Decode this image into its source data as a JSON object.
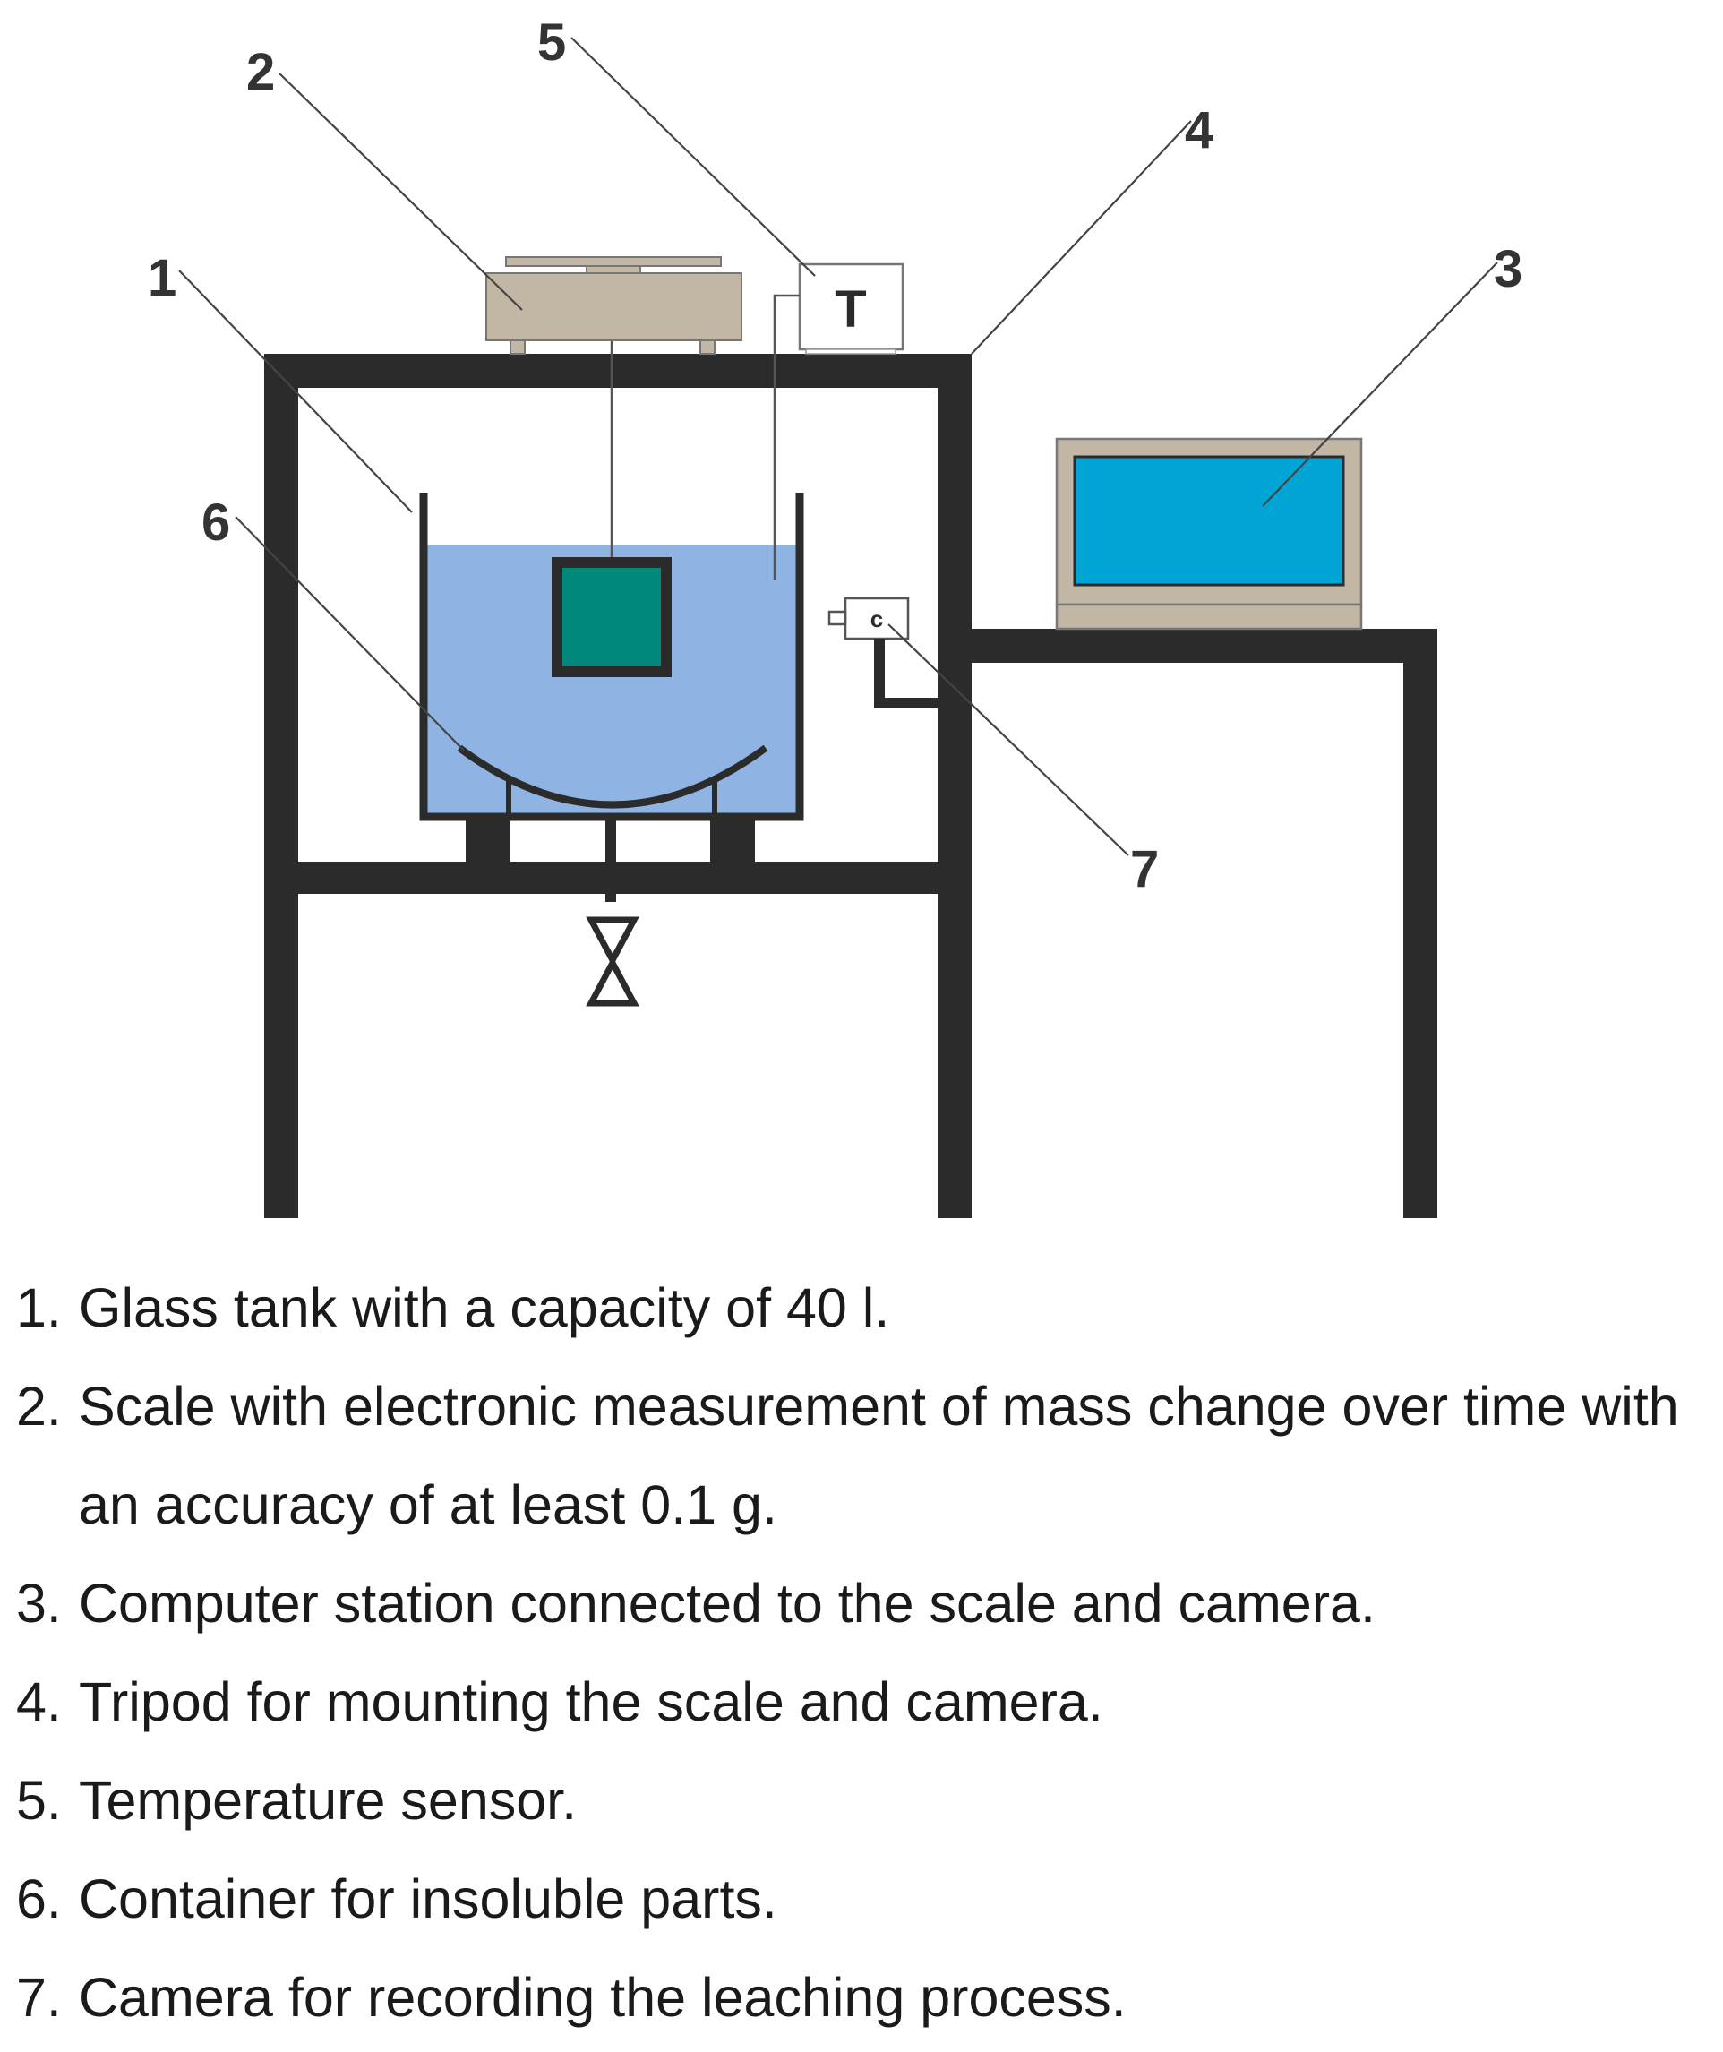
{
  "diagram": {
    "callouts": [
      "1",
      "2",
      "3",
      "4",
      "5",
      "6",
      "7"
    ],
    "sensor_letter": "T",
    "camera_letter": "c",
    "colors": {
      "frame": "#2b2b2b",
      "water": "#8fb4e3",
      "sample": "#00897b",
      "scale_body": "#c2b6a5",
      "screen": "#00a5d6"
    },
    "icons": [
      "scale-icon",
      "temperature-sensor-icon",
      "camera-icon",
      "computer-icon",
      "valve-icon"
    ]
  },
  "legend": {
    "items": [
      {
        "num": "1.",
        "text": "Glass tank with a capacity of 40 l."
      },
      {
        "num": "2.",
        "text": "Scale with electronic measurement of mass change over time with an accuracy of at least 0.1 g."
      },
      {
        "num": "3.",
        "text": "Computer station connected to the scale and camera."
      },
      {
        "num": "4.",
        "text": "Tripod for mounting the scale and camera."
      },
      {
        "num": "5.",
        "text": "Temperature sensor."
      },
      {
        "num": "6.",
        "text": "Container for insoluble parts."
      },
      {
        "num": "7.",
        "text": "Camera for recording the leaching process."
      }
    ]
  }
}
